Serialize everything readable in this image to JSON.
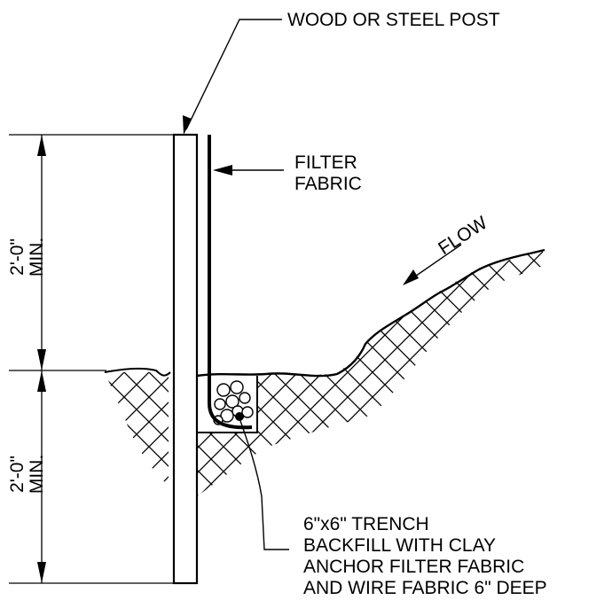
{
  "labels": {
    "post": "WOOD OR STEEL POST",
    "filter_fabric_line1": "FILTER",
    "filter_fabric_line2": "FABRIC",
    "flow": "FLOW",
    "trench_line1": "6\"x6\" TRENCH",
    "trench_line2": "BACKFILL WITH CLAY",
    "trench_line3": "ANCHOR FILTER FABRIC",
    "trench_line4": "AND WIRE FABRIC 6\" DEEP"
  },
  "dimensions": {
    "upper_value": "2'-0\"",
    "upper_note": "MIN.",
    "lower_value": "2'-0\"",
    "lower_note": "MIN."
  },
  "colors": {
    "ink": "#000000",
    "paper": "#ffffff"
  }
}
